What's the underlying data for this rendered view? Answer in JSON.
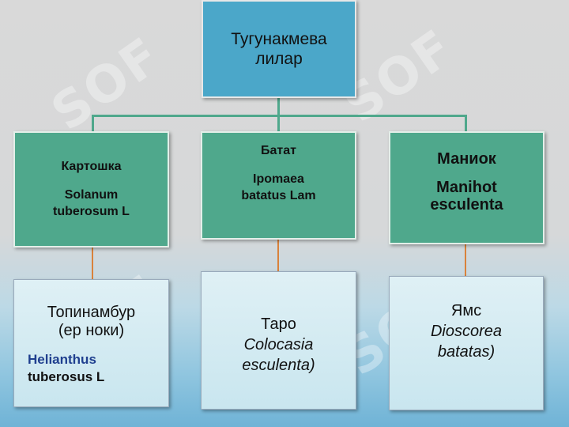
{
  "root": {
    "line1": "Тугунакмева",
    "line2": "лилар"
  },
  "level2": [
    {
      "name": "Картошка",
      "latin1": "Solanum",
      "latin2": "tuberosum L"
    },
    {
      "name": "Батат",
      "latin1": "Ipomaea",
      "latin2": "batatus Lam"
    },
    {
      "name": "Маниок",
      "latin1": "Manihot",
      "latin2": "esculenta"
    }
  ],
  "level3": [
    {
      "name1": "Топинамбур",
      "name2": "(ер ноки)",
      "latin1": "Helianthus",
      "latin2": "tuberosus L"
    },
    {
      "name": "Таро",
      "latin1": "Colocasia",
      "latin2": "esculenta)"
    },
    {
      "name": "Ямс",
      "latin1": "Dioscorea",
      "latin2": "batatas)"
    }
  ],
  "colors": {
    "root": "#4ba7c9",
    "level2": "#4fa88c",
    "connector": "#d9823b"
  }
}
